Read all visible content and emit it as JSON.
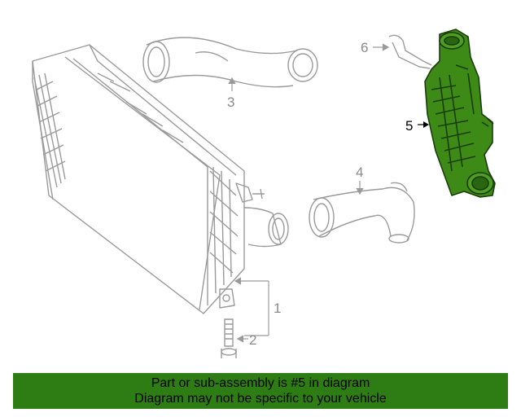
{
  "diagram": {
    "callouts": [
      {
        "id": "1",
        "label": "1"
      },
      {
        "id": "2",
        "label": "2"
      },
      {
        "id": "3",
        "label": "3"
      },
      {
        "id": "4",
        "label": "4"
      },
      {
        "id": "5",
        "label": "5"
      },
      {
        "id": "6",
        "label": "6"
      }
    ],
    "highlight_part": "5",
    "highlight_color": "#3d8a17",
    "line_color": "#9a9a9a"
  },
  "banner": {
    "line1": "Part or sub-assembly is #5 in diagram",
    "line2": "Diagram may not be specific to your vehicle",
    "bg_color": "#2e7d14"
  }
}
